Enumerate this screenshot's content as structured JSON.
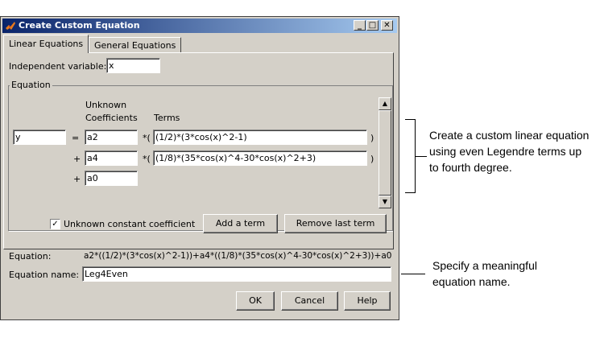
{
  "window": {
    "title": "Create Custom Equation",
    "controls": {
      "minimize": "_",
      "maximize": "□",
      "close": "✕"
    }
  },
  "tabs": [
    {
      "label": "Linear Equations",
      "active": true
    },
    {
      "label": "General Equations",
      "active": false
    }
  ],
  "independent_variable": {
    "label": "Independent variable:",
    "value": "x"
  },
  "equation_group": {
    "title": "Equation",
    "header_unknown": "Unknown",
    "header_coefficients": "Coefficients",
    "header_terms": "Terms",
    "lhs": "y",
    "rows": [
      {
        "op": "=",
        "coef": "a2",
        "mult": "*(",
        "term": "(1/2)*(3*cos(x)^2-1)",
        "close": ")"
      },
      {
        "op": "+",
        "coef": "a4",
        "mult": "*(",
        "term": "(1/8)*(35*cos(x)^4-30*cos(x)^2+3)",
        "close": ")"
      },
      {
        "op": "+",
        "coef": "a0"
      }
    ],
    "checkbox_label": "Unknown constant coefficient",
    "checkbox_checked": true,
    "add_term": "Add a term",
    "remove_term": "Remove last term"
  },
  "equation": {
    "label": "Equation:",
    "value": "a2*((1/2)*(3*cos(x)^2-1))+a4*((1/8)*(35*cos(x)^4-30*cos(x)^2+3))+a0"
  },
  "equation_name": {
    "label": "Equation name:",
    "value": "Leg4Even"
  },
  "buttons": {
    "ok": "OK",
    "cancel": "Cancel",
    "help": "Help"
  },
  "callouts": {
    "top": [
      "Create a custom linear equation",
      "using even Legendre terms up",
      "to fourth degree."
    ],
    "bottom": [
      "Specify a meaningful",
      "equation name."
    ]
  },
  "icons": {
    "scroll_up": "▲",
    "scroll_down": "▼",
    "check": "✓"
  }
}
